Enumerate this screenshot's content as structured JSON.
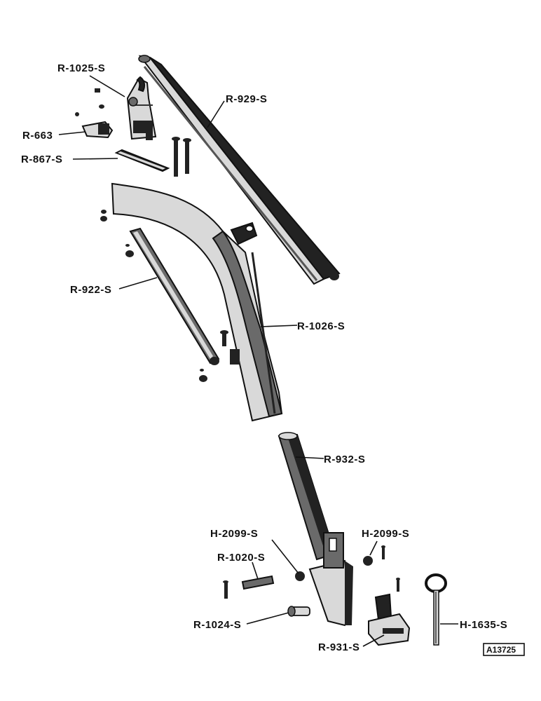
{
  "labels": {
    "r1025": "R-1025-S",
    "r929": "R-929-S",
    "r663": "R-663",
    "r867": "R-867-S",
    "r922": "R-922-S",
    "r1026": "R-1026-S",
    "r932": "R-932-S",
    "h2099_left": "H-2099-S",
    "h2099_right": "H-2099-S",
    "r1020": "R-1020-S",
    "r1024": "R-1024-S",
    "r931": "R-931-S",
    "h1635": "H-1635-S"
  },
  "figure_id": "A13725"
}
